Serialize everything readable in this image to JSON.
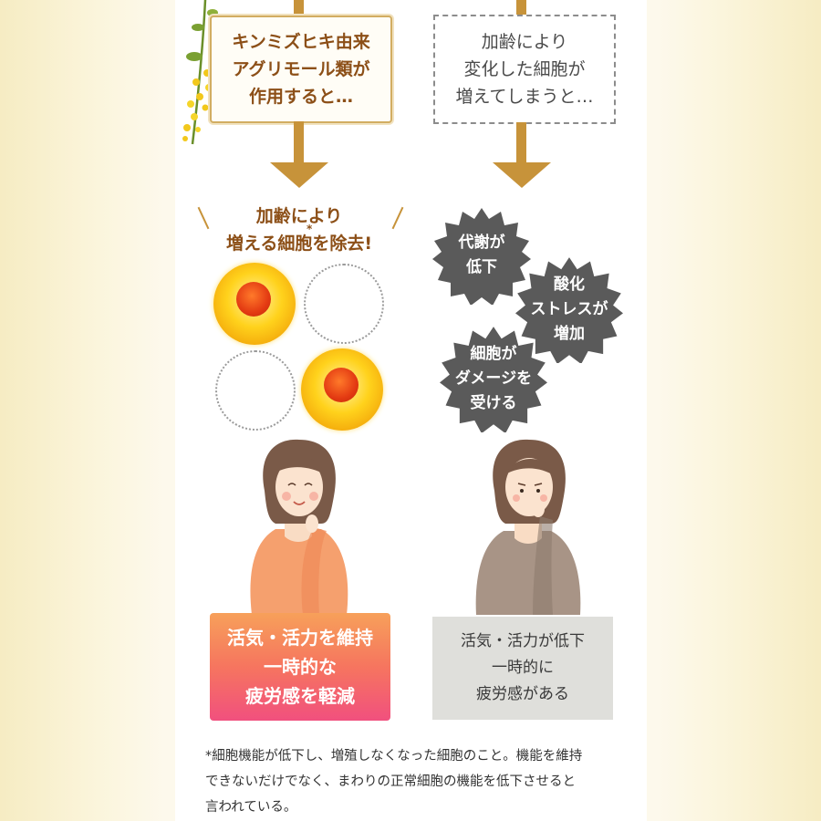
{
  "left_box": {
    "lines": [
      "キンミズヒキ由来",
      "アグリモール類が",
      "作用すると…"
    ]
  },
  "right_box": {
    "lines": [
      "加齢により",
      "変化した細胞が",
      "増えてしまうと…"
    ]
  },
  "removal": {
    "line1": "加齢により",
    "line2": "増える細胞を除去!",
    "asterisk": "*"
  },
  "badges": [
    {
      "lines": [
        "代謝が",
        "低下"
      ]
    },
    {
      "lines": [
        "酸化",
        "ストレスが",
        "増加"
      ]
    },
    {
      "lines": [
        "細胞が",
        "ダメージを",
        "受ける"
      ]
    }
  ],
  "result_left": {
    "lines": [
      "活気・活力を維持",
      "一時的な",
      "疲労感を軽減"
    ]
  },
  "result_right": {
    "lines": [
      "活気・活力が低下",
      "一時的に",
      "疲労感がある"
    ]
  },
  "footnote": {
    "lines": [
      "*細胞機能が低下し、増殖しなくなった細胞のこと。機能を維持",
      "できないだけでなく、まわりの正常細胞の機能を低下させると",
      "言われている。"
    ]
  },
  "colors": {
    "arrow": "#c7933a",
    "brand_text": "#8c4f17",
    "badge": "#5a5a5a"
  },
  "icons": [
    "agrimony-flower-icon",
    "down-arrow-icon",
    "cell-icon",
    "empty-cell-icon",
    "smiling-woman-illustration",
    "tired-woman-illustration"
  ]
}
